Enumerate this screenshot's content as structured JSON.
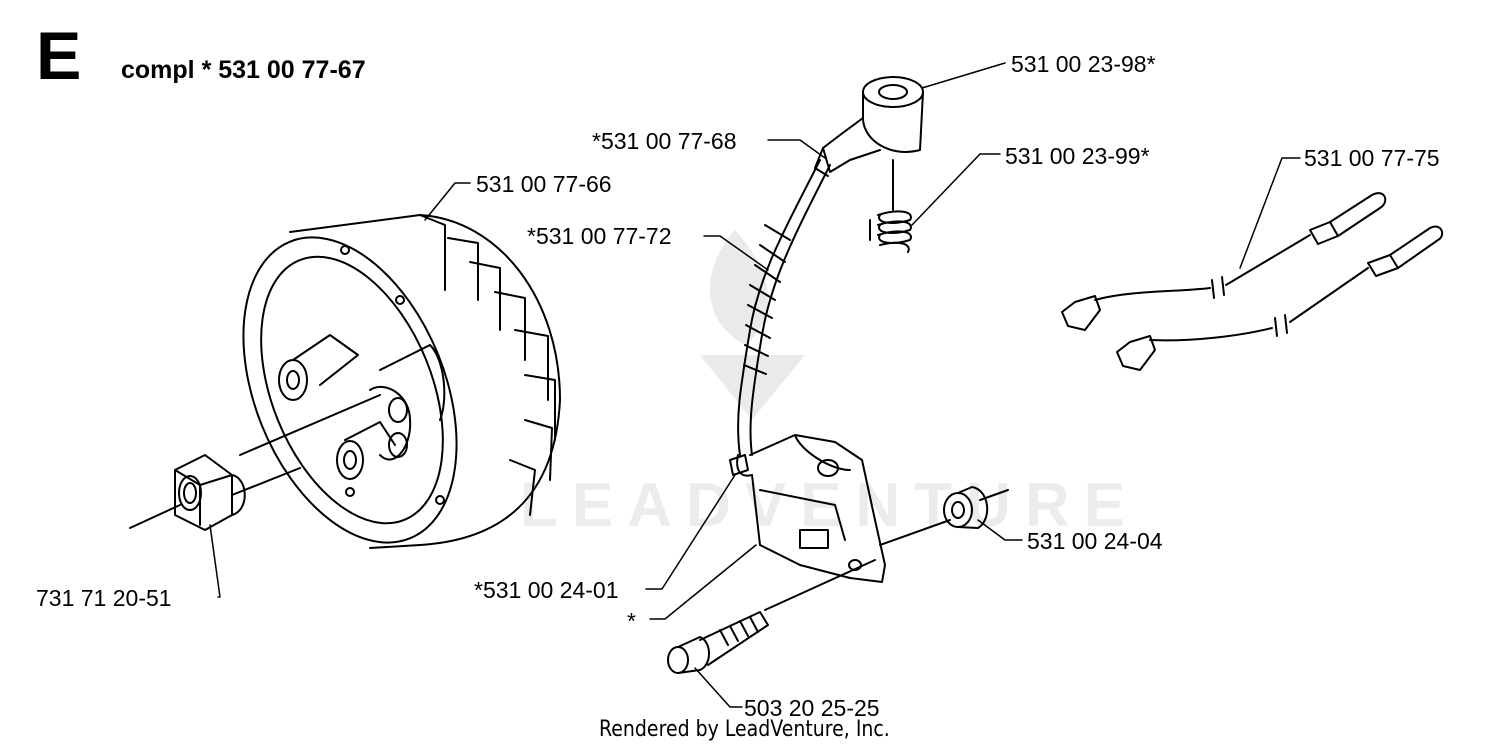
{
  "diagram": {
    "section_letter": "E",
    "assembly_label": "compl * 531 00 77-67",
    "watermark": "LEADVENTURE",
    "footer": "Rendered by LeadVenture, Inc."
  },
  "callouts": {
    "spark_plug_cap": "531 00 23-98*",
    "ignition_cable": "*531 00 77-68",
    "spring": "531 00 23-99*",
    "short_circuit_cable": "531 00 77-75",
    "flywheel": "531 00 77-66",
    "protective_hose": "*531 00 77-72",
    "flywheel_nut": "731 71 20-51",
    "ignition_module": "*531 00 24-01",
    "spacer": "531 00 24-04",
    "ignition_asterisk": "*",
    "screw": "503 20 25-25"
  }
}
